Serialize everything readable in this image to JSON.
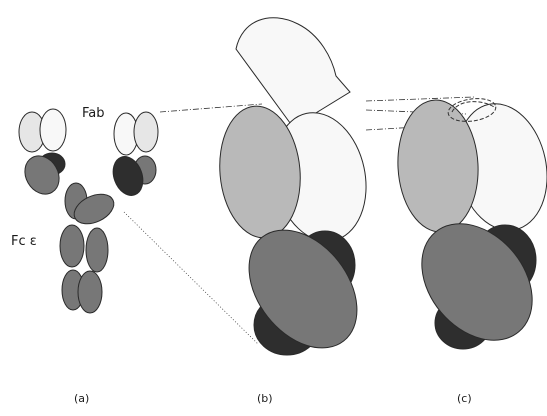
{
  "labels": {
    "fab": "Fab",
    "fce": "Fc ε",
    "panel_a": "(a)",
    "panel_b": "(b)",
    "panel_c": "(c)"
  },
  "colors": {
    "light_domain": "#e6e6e6",
    "white_domain": "#f8f8f8",
    "mid_domain": "#b9b9b9",
    "dark_domain": "#777777",
    "black_domain": "#2e2e2e"
  }
}
